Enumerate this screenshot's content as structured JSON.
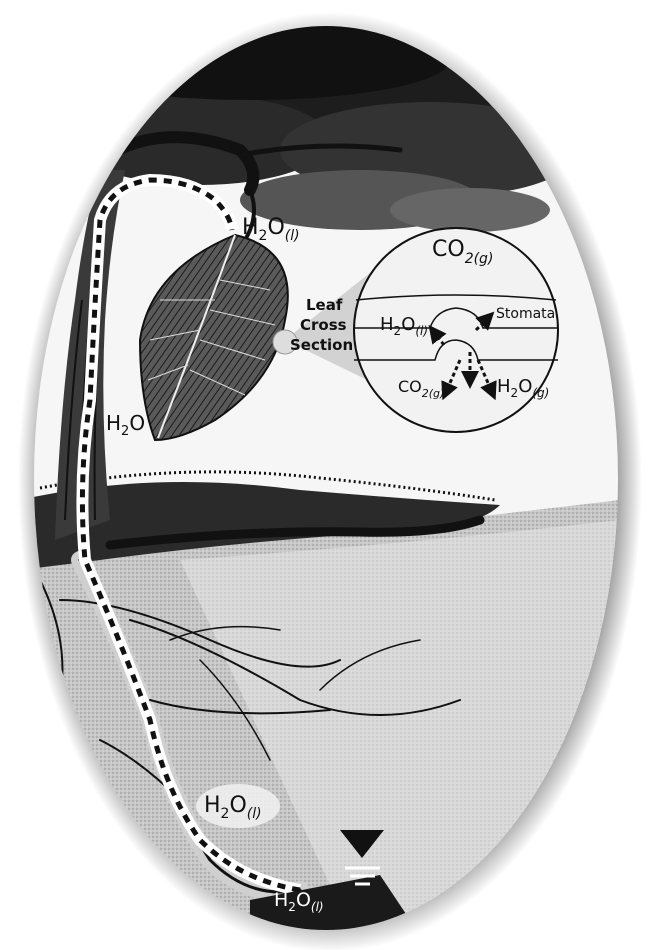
{
  "labels": {
    "h2o_liquid_top": {
      "base": "H",
      "sub1": "2",
      "mid": "O",
      "sub2": "(l)"
    },
    "h2o_trunk": {
      "base": "H",
      "sub1": "2",
      "mid": "O"
    },
    "h2o_liquid_soil": {
      "base": "H",
      "sub1": "2",
      "mid": "O",
      "sub2": "(l)"
    },
    "h2o_liquid_table": {
      "base": "H",
      "sub1": "2",
      "mid": "O",
      "sub2": "(l)"
    },
    "leaf_cross_section": [
      "Leaf",
      "Cross",
      "Section"
    ],
    "co2_gas_top": {
      "base": "CO",
      "sub": "2(g)"
    },
    "h2o_liquid_inset": {
      "base": "H",
      "sub1": "2",
      "mid": "O",
      "sub2": "(l)"
    },
    "stomata": "Stomata",
    "co2_gas_inset": {
      "base": "CO",
      "sub": "2(g)"
    },
    "h2o_gas_inset": {
      "base": "H",
      "sub1": "2",
      "mid": "O",
      "sub2": "(g)"
    }
  },
  "colors": {
    "ink": "#111111",
    "soil": "#bdbdbd",
    "sky": "#f2f2f2",
    "water_table": "#1a1a1a"
  },
  "icons": {
    "water_table": "inverted-triangle-water-table-icon"
  }
}
